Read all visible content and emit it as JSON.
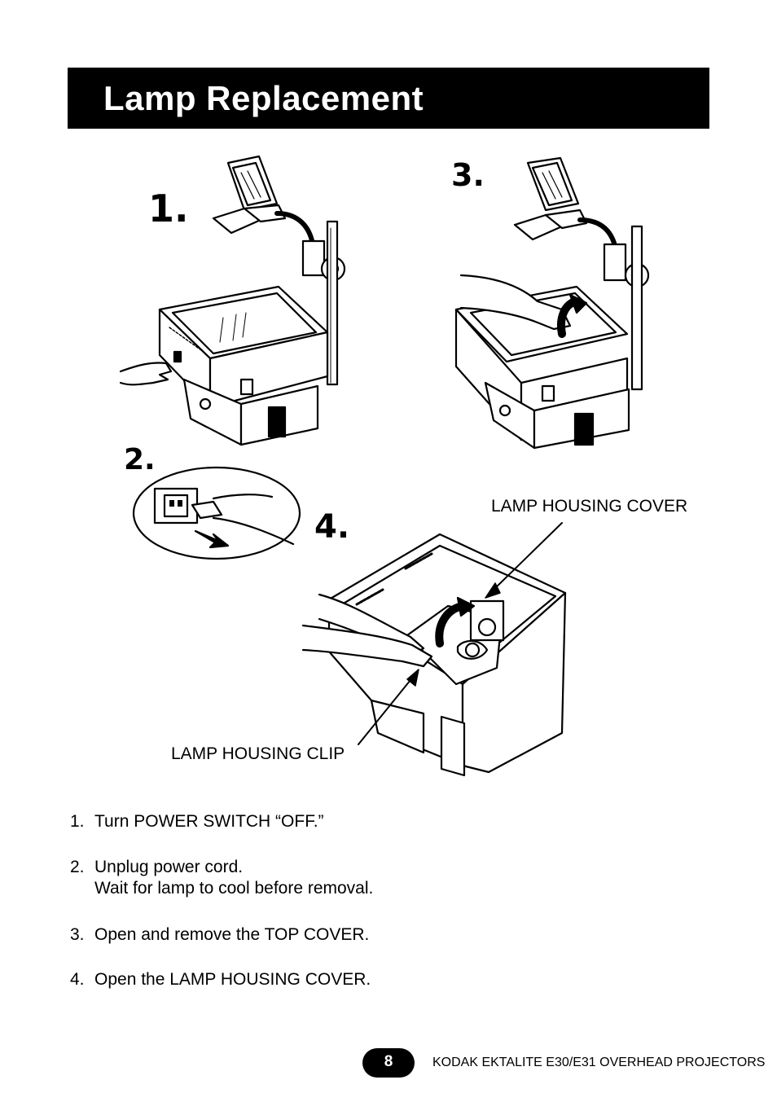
{
  "header": {
    "title": "Lamp Replacement"
  },
  "figure": {
    "step_labels": [
      "1.",
      "2.",
      "3.",
      "4."
    ],
    "callouts": {
      "lamp_housing_cover": "LAMP HOUSING COVER",
      "lamp_housing_clip": "LAMP HOUSING CLIP"
    }
  },
  "steps": [
    {
      "number": "1.",
      "lines": [
        "Turn POWER SWITCH “OFF.”"
      ]
    },
    {
      "number": "2.",
      "lines": [
        "Unplug power cord.",
        "Wait for lamp to cool before removal."
      ]
    },
    {
      "number": "3.",
      "lines": [
        "Open and remove the TOP COVER."
      ]
    },
    {
      "number": "4.",
      "lines": [
        "Open the LAMP HOUSING COVER."
      ]
    }
  ],
  "footer": {
    "page_number": "8",
    "product": "KODAK EKTALITE E30/E31 OVERHEAD PROJECTORS"
  }
}
